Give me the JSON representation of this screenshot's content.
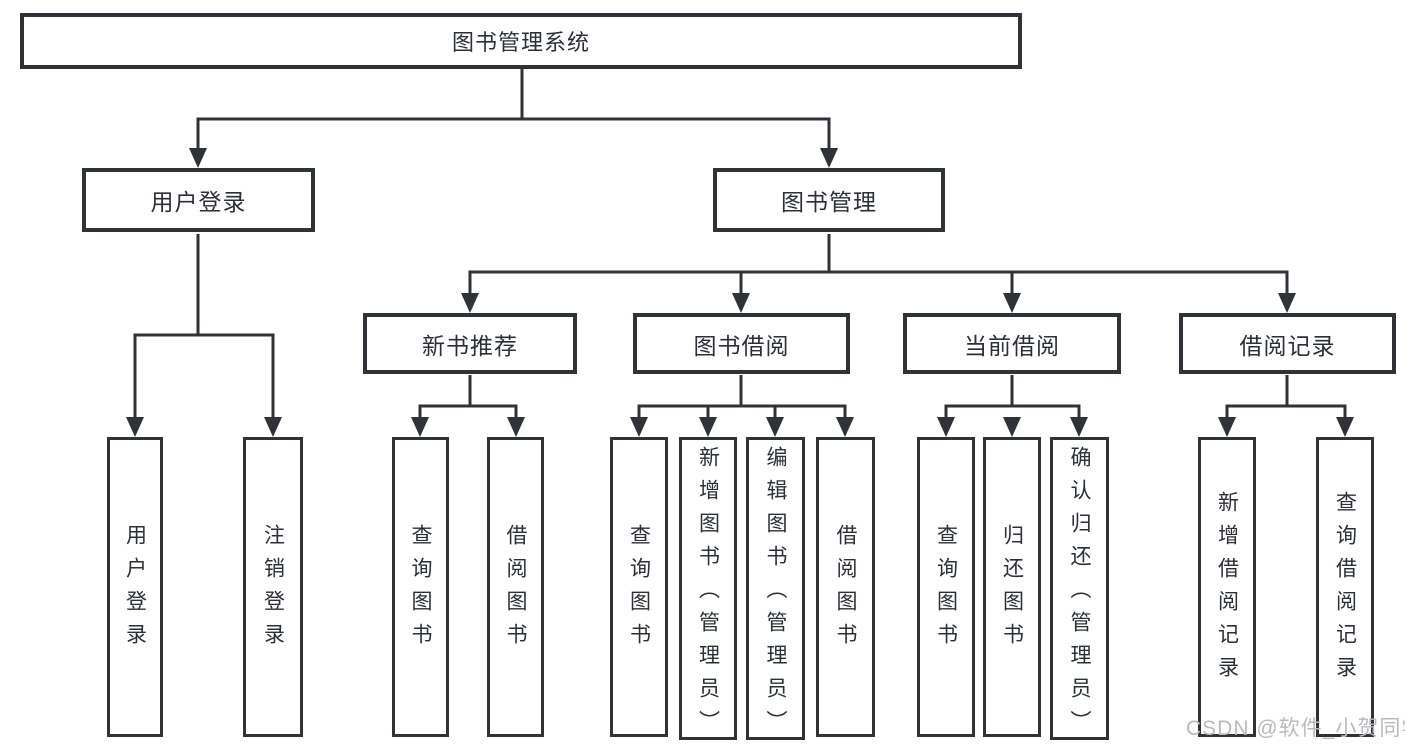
{
  "diagram": {
    "root": {
      "label": "图书管理系统"
    },
    "level2": [
      {
        "label": "用户登录"
      },
      {
        "label": "图书管理"
      }
    ],
    "level3": [
      {
        "label": "新书推荐",
        "parent": "图书管理"
      },
      {
        "label": "图书借阅",
        "parent": "图书管理"
      },
      {
        "label": "当前借阅",
        "parent": "图书管理"
      },
      {
        "label": "借阅记录",
        "parent": "图书管理"
      }
    ],
    "leaves": [
      {
        "label": "用户登录",
        "parent": "用户登录"
      },
      {
        "label": "注销登录",
        "parent": "用户登录"
      },
      {
        "label": "查询图书",
        "parent": "新书推荐"
      },
      {
        "label": "借阅图书",
        "parent": "新书推荐"
      },
      {
        "label": "查询图书",
        "parent": "图书借阅"
      },
      {
        "label": "新增图书（管理员）",
        "parent": "图书借阅"
      },
      {
        "label": "编辑图书（管理员）",
        "parent": "图书借阅"
      },
      {
        "label": "借阅图书",
        "parent": "图书借阅"
      },
      {
        "label": "查询图书",
        "parent": "当前借阅"
      },
      {
        "label": "归还图书",
        "parent": "当前借阅"
      },
      {
        "label": "确认归还（管理员）",
        "parent": "当前借阅"
      },
      {
        "label": "新增借阅记录",
        "parent": "借阅记录"
      },
      {
        "label": "查询借阅记录",
        "parent": "借阅记录"
      }
    ]
  },
  "watermark": {
    "text": "CSDN @软件_小贺同学"
  },
  "colors": {
    "line": "#2f3338",
    "box_border": "#2f3338",
    "text": "#2b2f36",
    "watermark": "#b9babd",
    "background": "#ffffff"
  }
}
